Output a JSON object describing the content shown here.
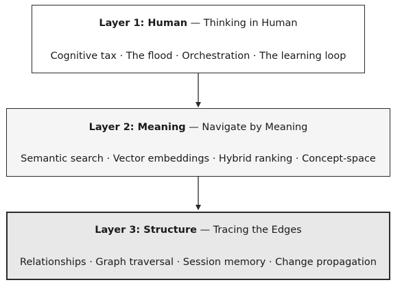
{
  "layers": [
    {
      "label": "Layer 1: Human",
      "separator": "—",
      "subtitle": "Thinking in Human",
      "items": "Cognitive tax · The flood · Orchestration · The learning loop"
    },
    {
      "label": "Layer 2: Meaning",
      "separator": "—",
      "subtitle": "Navigate by Meaning",
      "items": "Semantic search · Vector embeddings · Hybrid ranking · Concept-space"
    },
    {
      "label": "Layer 3: Structure",
      "separator": "—",
      "subtitle": "Tracing the Edges",
      "items": "Relationships · Graph traversal · Session memory · Change propagation"
    }
  ],
  "colors": {
    "layer1_fill": "#ffffff",
    "layer2_fill": "#f5f5f5",
    "layer3_fill": "#e8e8e8",
    "border": "#2a2a2a",
    "arrow": "#2a2a2a"
  }
}
